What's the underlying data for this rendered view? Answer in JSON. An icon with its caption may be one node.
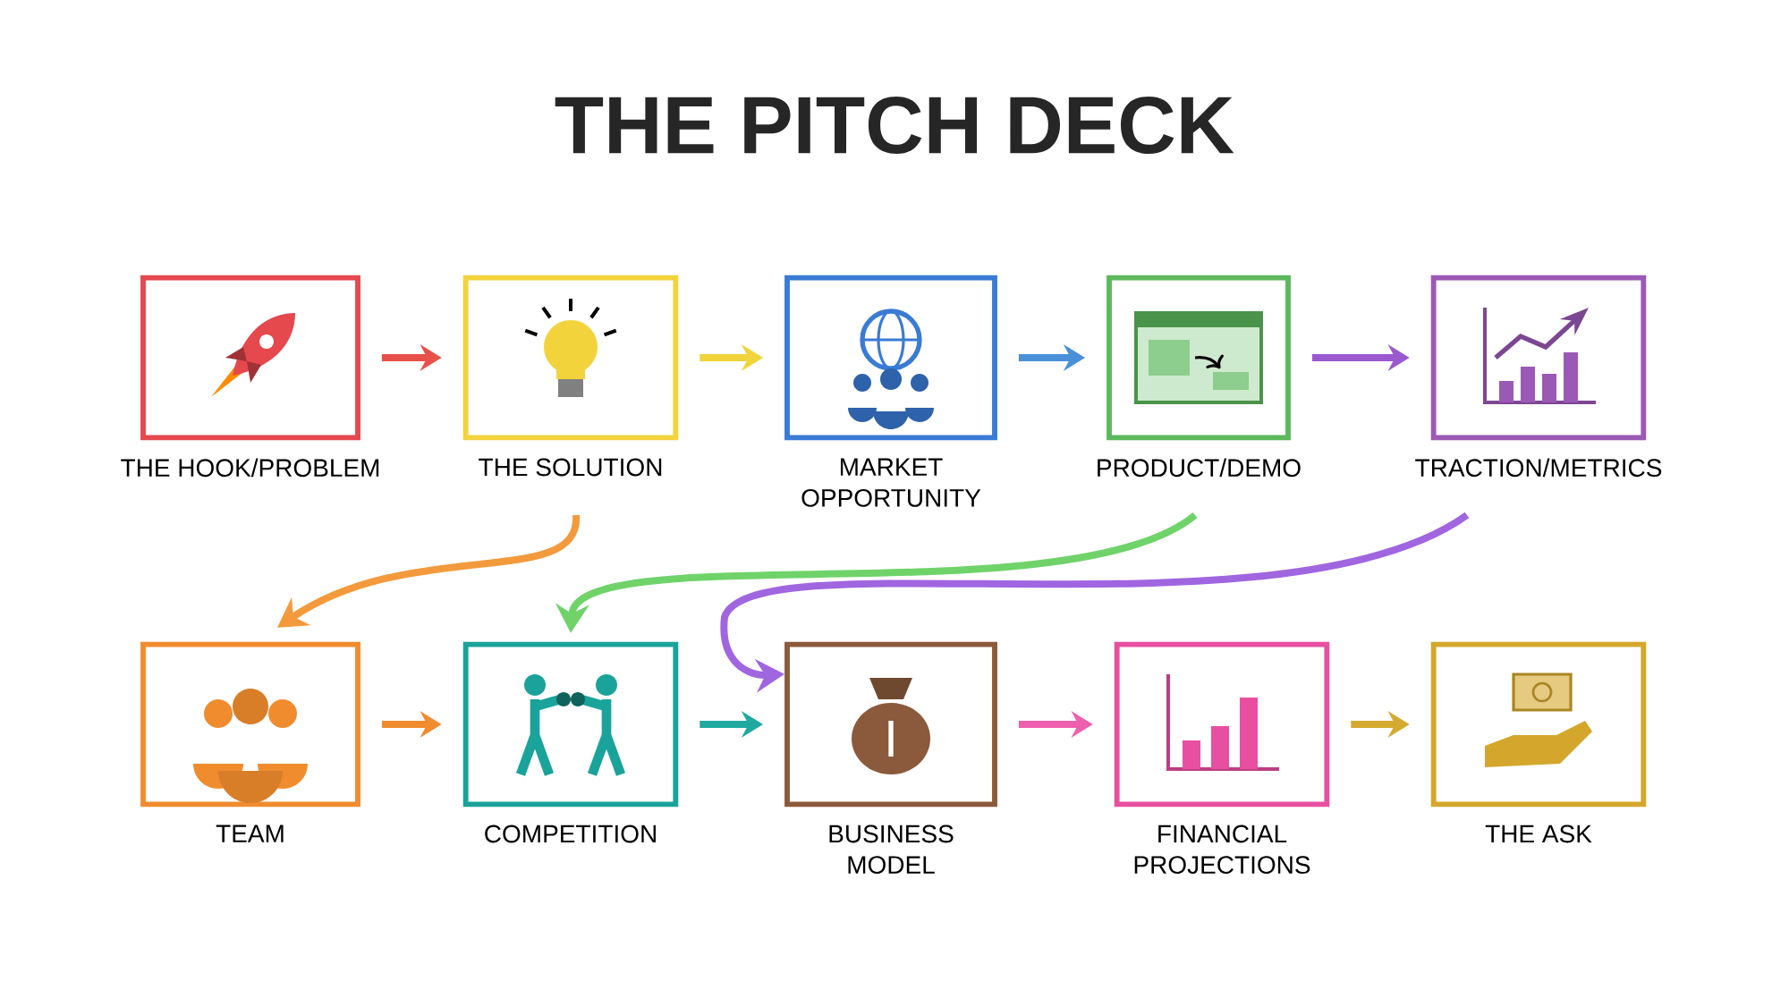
{
  "diagram": {
    "title": "THE PITCH DECK",
    "nodes": [
      {
        "text": [
          "THE HOOK/PROBLEM"
        ]
      },
      {
        "text": [
          "THE SOLUTION"
        ]
      },
      {
        "text": [
          "MARKET OPPORTUNITY"
        ]
      },
      {
        "text": [
          "PRODUCT/DEMO"
        ]
      },
      {
        "text": [
          "TRACTION/METRICS"
        ]
      },
      {
        "text": [
          "TEAM"
        ]
      },
      {
        "text": [
          "COMPETITION"
        ]
      },
      {
        "text": [
          "BUSINESS MODEL"
        ]
      },
      {
        "text": [
          "FINANCIAL PROJECTIONS"
        ]
      },
      {
        "text": [
          "THE ASK"
        ]
      }
    ],
    "edges": [
      {
        "from": 0,
        "to": 1,
        "arrow": "to",
        "color": "#e8504a"
      },
      {
        "from": 1,
        "to": 2,
        "arrow": "to",
        "color": "#f0d43a"
      },
      {
        "from": 2,
        "to": 3,
        "arrow": "to",
        "color": "#4a90d9"
      },
      {
        "from": 3,
        "to": 4,
        "arrow": "to",
        "color": "#9b59d0"
      },
      {
        "from": 1,
        "to": 5,
        "arrow": "to",
        "color": "#f39a3c"
      },
      {
        "from": 3,
        "to": 6,
        "arrow": "to",
        "color": "#6fd36a"
      },
      {
        "from": 4,
        "to": 7,
        "arrow": "to",
        "color": "#a066e0"
      },
      {
        "from": 5,
        "to": 6,
        "arrow": "to",
        "color": "#f08c2e"
      },
      {
        "from": 6,
        "to": 7,
        "arrow": "to",
        "color": "#1fa9a0"
      },
      {
        "from": 7,
        "to": 8,
        "arrow": "to",
        "color": "#ee5fae"
      },
      {
        "from": 8,
        "to": 9,
        "arrow": "to",
        "color": "#d4aa30"
      }
    ]
  }
}
